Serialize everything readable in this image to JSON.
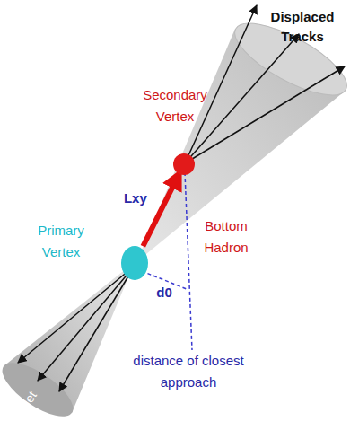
{
  "diagram": {
    "nodes": [
      {
        "text": [
          "Primary Vertex"
        ]
      },
      {
        "text": [
          "Secondary Vertex"
        ]
      }
    ],
    "edges": [
      {
        "from": 0,
        "to": 1,
        "arrow": "to",
        "label": "Lxy"
      }
    ],
    "labels": [
      "Displaced Tracks",
      "Bottom Hadron",
      "d0",
      "distance of closest approach",
      "Jet"
    ]
  }
}
